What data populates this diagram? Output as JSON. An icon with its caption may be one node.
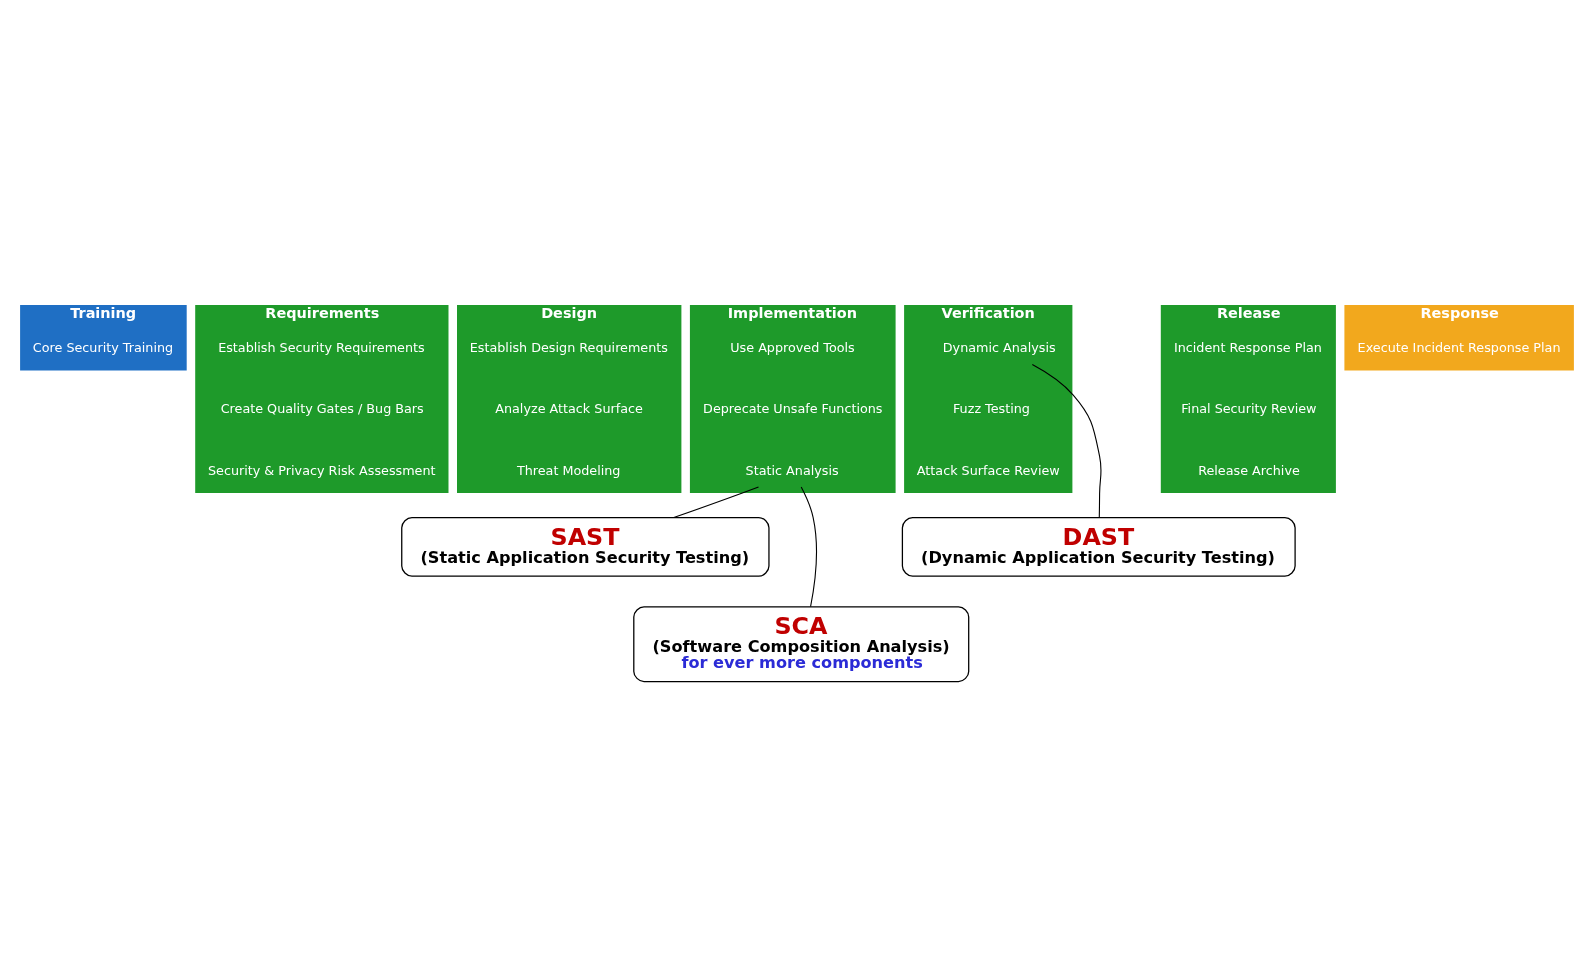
{
  "diagram": {
    "nodes": [
      {
        "text": [
          "Training"
        ]
      },
      {
        "text": [
          "Core Security Training"
        ],
        "in": 0
      },
      {
        "text": [
          "Requirements"
        ]
      },
      {
        "text": [
          "Establish Security Requirements"
        ],
        "in": 2
      },
      {
        "text": [
          "Create Quality Gates / Bug Bars"
        ],
        "in": 2
      },
      {
        "text": [
          "Security & Privacy Risk Assessment"
        ],
        "in": 2
      },
      {
        "text": [
          "Design"
        ]
      },
      {
        "text": [
          "Establish Design Requirements"
        ],
        "in": 6
      },
      {
        "text": [
          "Analyze Attack Surface"
        ],
        "in": 6
      },
      {
        "text": [
          "Threat Modeling"
        ],
        "in": 6
      },
      {
        "text": [
          "Implementation"
        ]
      },
      {
        "text": [
          "Use Approved Tools"
        ],
        "in": 10
      },
      {
        "text": [
          "Deprecate Unsafe Functions"
        ],
        "in": 10
      },
      {
        "text": [
          "Static Analysis"
        ],
        "in": 10
      },
      {
        "text": [
          "Verification"
        ]
      },
      {
        "text": [
          "Dynamic Analysis"
        ],
        "in": 14
      },
      {
        "text": [
          "Fuzz Testing"
        ],
        "in": 14
      },
      {
        "text": [
          "Attack Surface Review"
        ],
        "in": 14
      },
      {
        "text": [
          "Release"
        ]
      },
      {
        "text": [
          "Incident Response Plan"
        ],
        "in": 18
      },
      {
        "text": [
          "Final Security Review"
        ],
        "in": 18
      },
      {
        "text": [
          "Release Archive"
        ],
        "in": 18
      },
      {
        "text": [
          "Response"
        ]
      },
      {
        "text": [
          "Execute Incident Response Plan"
        ],
        "in": 22
      },
      {
        "text": [
          "SAST",
          "(Static Application Security Testing)"
        ]
      },
      {
        "text": [
          "SCA",
          "(Software Composition Analysis)",
          "for ever more components"
        ]
      },
      {
        "text": [
          "DAST",
          "(Dynamic Application Security Testing)"
        ]
      }
    ],
    "edges": [
      {
        "from": 24,
        "to": 13,
        "arrow": "none"
      },
      {
        "from": 25,
        "to": 13,
        "arrow": "none"
      },
      {
        "from": 26,
        "to": 15,
        "arrow": "none"
      }
    ]
  }
}
